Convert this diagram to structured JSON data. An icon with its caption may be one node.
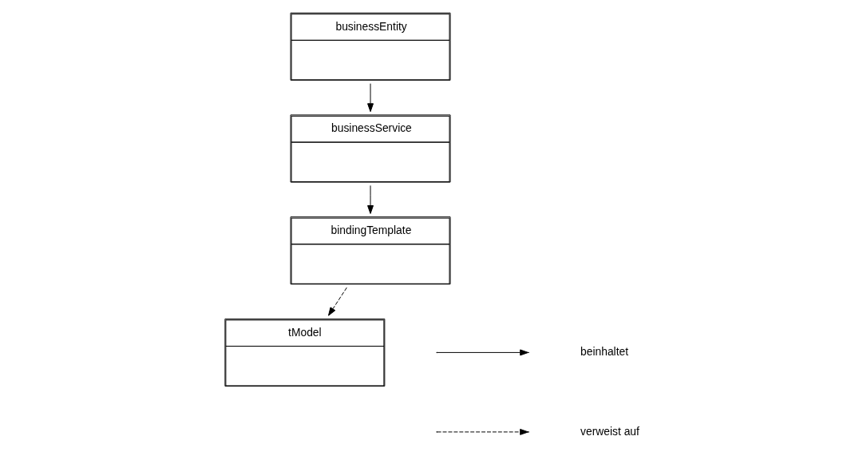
{
  "diagram": {
    "nodes": [
      {
        "text": [
          "businessEntity"
        ]
      },
      {
        "text": [
          "businessService"
        ]
      },
      {
        "text": [
          "bindingTemplate"
        ]
      },
      {
        "text": [
          "tModel"
        ]
      }
    ],
    "edges": [
      {
        "from": 0,
        "to": 1,
        "arrow": "to"
      },
      {
        "from": 1,
        "to": 2,
        "arrow": "to"
      },
      {
        "from": 2,
        "to": 3,
        "arrow": "to",
        "style": "dashed"
      }
    ],
    "legend": [
      {
        "text": "beinhaltet"
      },
      {
        "text": "verweist auf"
      }
    ]
  }
}
